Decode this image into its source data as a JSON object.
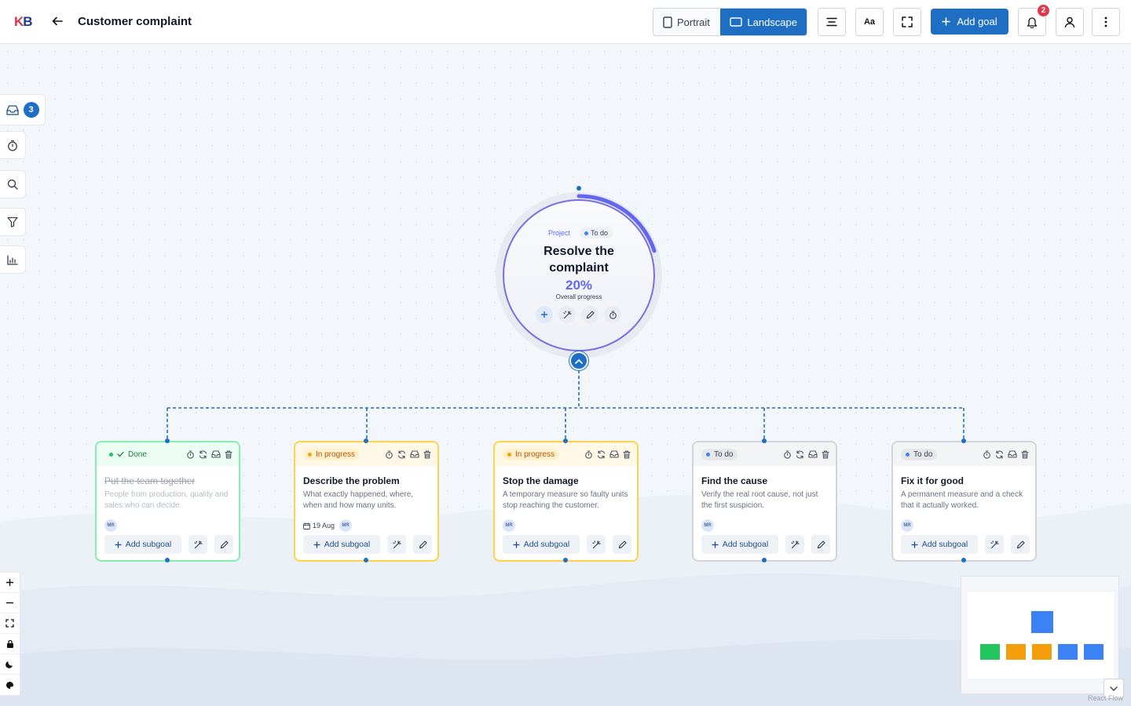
{
  "header": {
    "logo_k": "K",
    "logo_b": "B",
    "title": "Customer complaint",
    "view_portrait": "Portrait",
    "view_landscape": "Landscape",
    "font_size_label": "Aa",
    "add_goal_label": "Add goal",
    "notifications_count": "2"
  },
  "sidebar": {
    "inbox_count": "3"
  },
  "root": {
    "type_label": "Project",
    "status": "To do",
    "title": "Resolve the complaint",
    "progress_value": 20,
    "progress_text": "20%",
    "progress_label": "Overall progress"
  },
  "cards": [
    {
      "status": "Done",
      "title": "Put the team together",
      "description": "People from production, quality and sales who can decide.",
      "avatar": "MR",
      "date": ""
    },
    {
      "status": "In progress",
      "title": "Describe the problem",
      "description": "What exactly happened, where, when and how many units.",
      "avatar": "MR",
      "date": "19 Aug"
    },
    {
      "status": "In progress",
      "title": "Stop the damage",
      "description": "A temporary measure so faulty units stop reaching the customer.",
      "avatar": "MR",
      "date": ""
    },
    {
      "status": "To do",
      "title": "Find the cause",
      "description": "Verify the real root cause, not just the first suspicion.",
      "avatar": "MR",
      "date": ""
    },
    {
      "status": "To do",
      "title": "Fix it for good",
      "description": "A permanent measure and a check that it actually worked.",
      "avatar": "MR",
      "date": ""
    }
  ],
  "card_actions": {
    "add_subgoal": "Add subgoal"
  },
  "colors": {
    "accent": "#1e6fc4",
    "progress": "#6366f1",
    "done": "#22c55e",
    "in_progress": "#f59e0b",
    "to_do": "#3b82f6"
  },
  "attribution": "React Flow"
}
